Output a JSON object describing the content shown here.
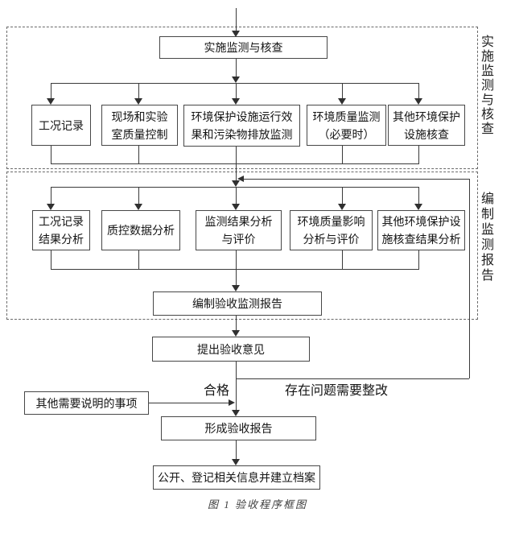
{
  "figure": {
    "caption": "图 1 验收程序框图"
  },
  "sections": [
    {
      "side_label": "实施监测与核查"
    },
    {
      "side_label": "编制监测报告"
    }
  ],
  "boxes": {
    "implement": "实施监测与核查",
    "row1": [
      "工况记录",
      "现场和实验室质量控制",
      "环境保护设施运行效果和污染物排放监测",
      "环境质量监测（必要时）",
      "其他环境保护设施核查"
    ],
    "row2": [
      "工况记录结果分析",
      "质控数据分析",
      "监测结果分析与评价",
      "环境质量影响分析与评价",
      "其他环境保护设施核查结果分析"
    ],
    "compile_report": "编制验收监测报告",
    "propose_opinion": "提出验收意见",
    "other_notes": "其他需要说明的事项",
    "form_report": "形成验收报告",
    "publish_archive": "公开、登记相关信息并建立档案"
  },
  "edge_labels": {
    "pass": "合格",
    "rectify": "存在问题需要整改"
  }
}
